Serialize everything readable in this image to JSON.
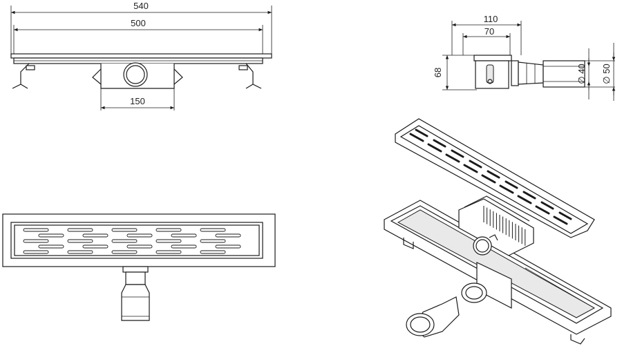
{
  "dimensions": {
    "total_length": "540",
    "grate_length": "500",
    "outlet_width": "150",
    "side_width_outer": "110",
    "side_width_inner": "70",
    "height": "68",
    "outlet_inner_diameter": "∅ 40",
    "outlet_outer_diameter": "∅ 50"
  }
}
